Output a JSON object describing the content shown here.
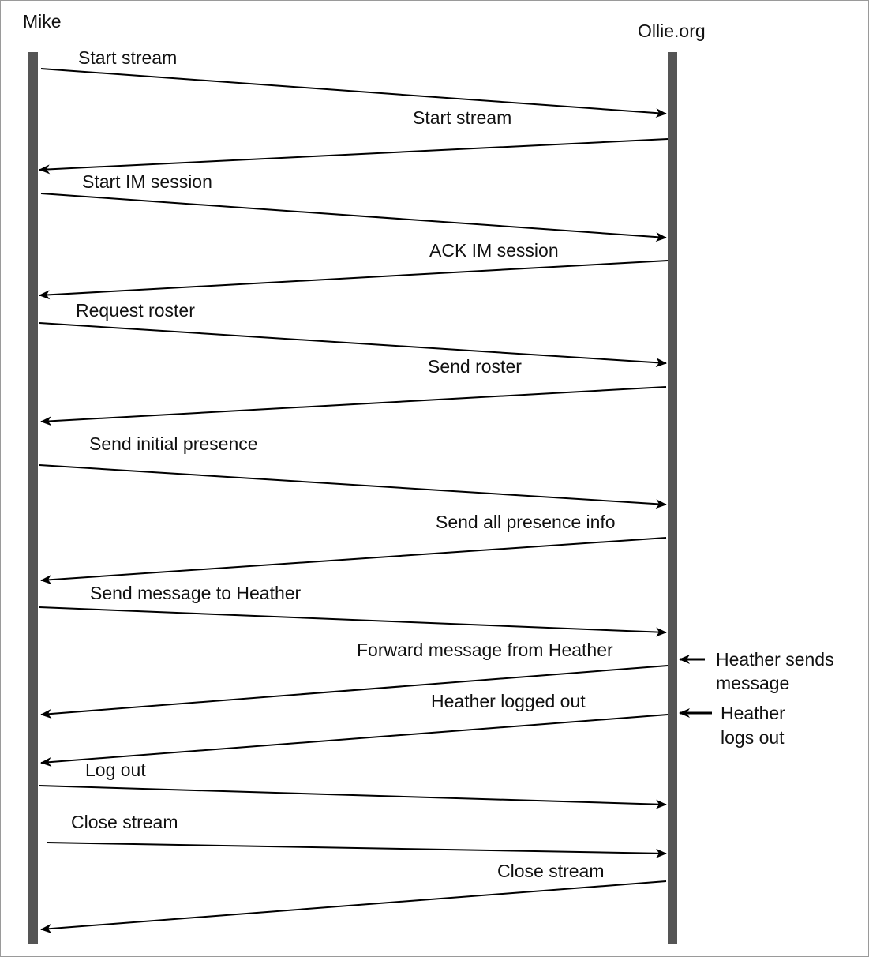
{
  "participants": {
    "left": "Mike",
    "right": "Ollie.org"
  },
  "messages": [
    {
      "label": "Start stream",
      "direction": "to-server"
    },
    {
      "label": "Start stream",
      "direction": "to-client"
    },
    {
      "label": "Start IM session",
      "direction": "to-server"
    },
    {
      "label": "ACK IM session",
      "direction": "to-client"
    },
    {
      "label": "Request roster",
      "direction": "to-server"
    },
    {
      "label": "Send roster",
      "direction": "to-client"
    },
    {
      "label": "Send initial presence",
      "direction": "to-server"
    },
    {
      "label": "Send all presence info",
      "direction": "to-client"
    },
    {
      "label": "Send message to Heather",
      "direction": "to-server"
    },
    {
      "label": "Forward message from Heather",
      "direction": "to-client"
    },
    {
      "label": "Heather logged out",
      "direction": "to-client"
    },
    {
      "label": "Log out",
      "direction": "to-server"
    },
    {
      "label": "Close stream",
      "direction": "to-server"
    },
    {
      "label": "Close stream",
      "direction": "to-client"
    }
  ],
  "external_events": [
    {
      "lines": [
        "Heather sends",
        "message"
      ]
    },
    {
      "lines": [
        "Heather",
        "logs out"
      ]
    }
  ],
  "colors": {
    "lifeline": "#555555",
    "arrow": "#000000",
    "text": "#111111",
    "border": "#9a9a9a"
  }
}
